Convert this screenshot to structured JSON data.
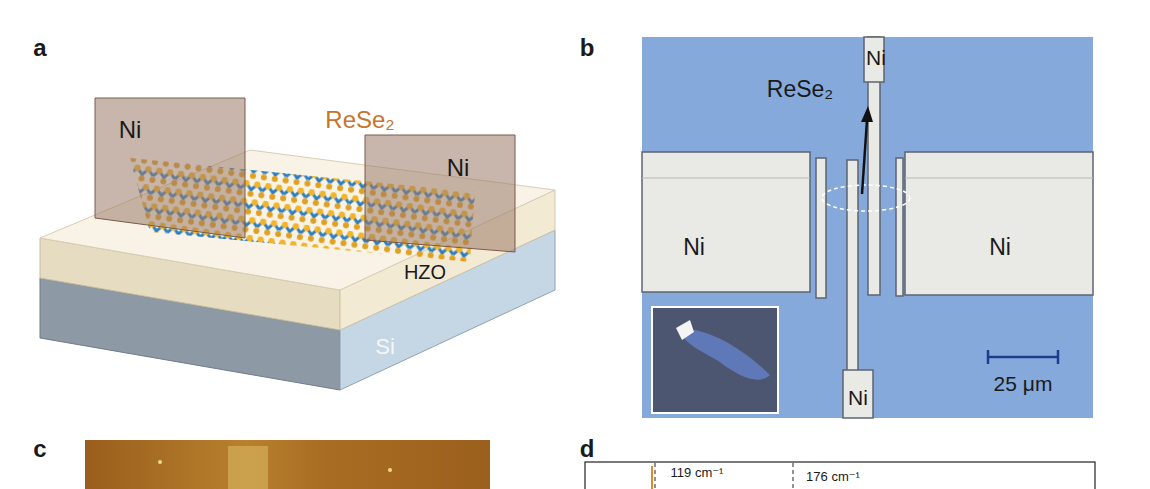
{
  "diagram": {
    "labels": [
      "a",
      "b",
      "c",
      "d",
      "Ni",
      "ReSe₂",
      "Ni",
      "HZO",
      "Si",
      "Ni",
      "ReSe₂",
      "Ni",
      "Ni",
      "Ni",
      "25 μm",
      "119 cm⁻¹",
      "176 cm⁻¹"
    ]
  }
}
